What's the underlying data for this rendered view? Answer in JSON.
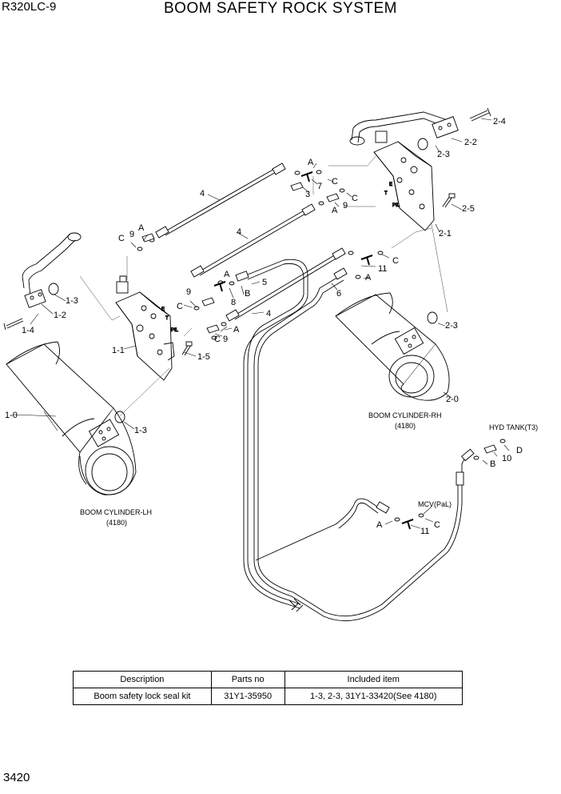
{
  "model": "R320LC-9",
  "title": "BOOM SAFETY ROCK SYSTEM",
  "page_number": "3420",
  "captions": {
    "cyl_lh_1": "BOOM CYLINDER-LH",
    "cyl_lh_2": "(4180)",
    "cyl_rh_1": "BOOM CYLINDER-RH",
    "cyl_rh_2": "(4180)",
    "hyd_tank": "HYD TANK(T3)",
    "mcv": "MCV(PaL)"
  },
  "port_marks": {
    "e": "E",
    "t": "T",
    "pil": "PIL"
  },
  "callouts": {
    "c_1_0": "1-0",
    "c_1_1": "1-1",
    "c_1_2": "1-2",
    "c_1_3a": "1-3",
    "c_1_3b": "1-3",
    "c_1_4": "1-4",
    "c_1_5": "1-5",
    "c_2_0": "2-0",
    "c_2_1": "2-1",
    "c_2_2": "2-2",
    "c_2_3a": "2-3",
    "c_2_3b": "2-3",
    "c_2_4": "2-4",
    "c_2_5": "2-5",
    "c_3": "3",
    "c_4a": "4",
    "c_4b": "4",
    "c_4c": "4",
    "c_5": "5",
    "c_6": "6",
    "c_7": "7",
    "c_8": "8",
    "c_9a": "9",
    "c_9b": "9",
    "c_9c": "9",
    "c_9d": "9",
    "c_10": "10",
    "c_11a": "11",
    "c_11b": "11",
    "a1": "A",
    "a2": "A",
    "a3": "A",
    "a4": "A",
    "a5": "A",
    "a6": "A",
    "a7": "A",
    "b1": "B",
    "b2": "B",
    "cc1": "C",
    "cc2": "C",
    "cc3": "C",
    "cc4": "C",
    "cc5": "C",
    "cc6": "C",
    "cc7": "C",
    "d1": "D"
  },
  "parts_table": {
    "headers": [
      "Description",
      "Parts no",
      "Included item"
    ],
    "rows": [
      [
        "Boom safety lock seal kit",
        "31Y1-35950",
        "1-3, 2-3, 31Y1-33420(See 4180)"
      ]
    ]
  }
}
